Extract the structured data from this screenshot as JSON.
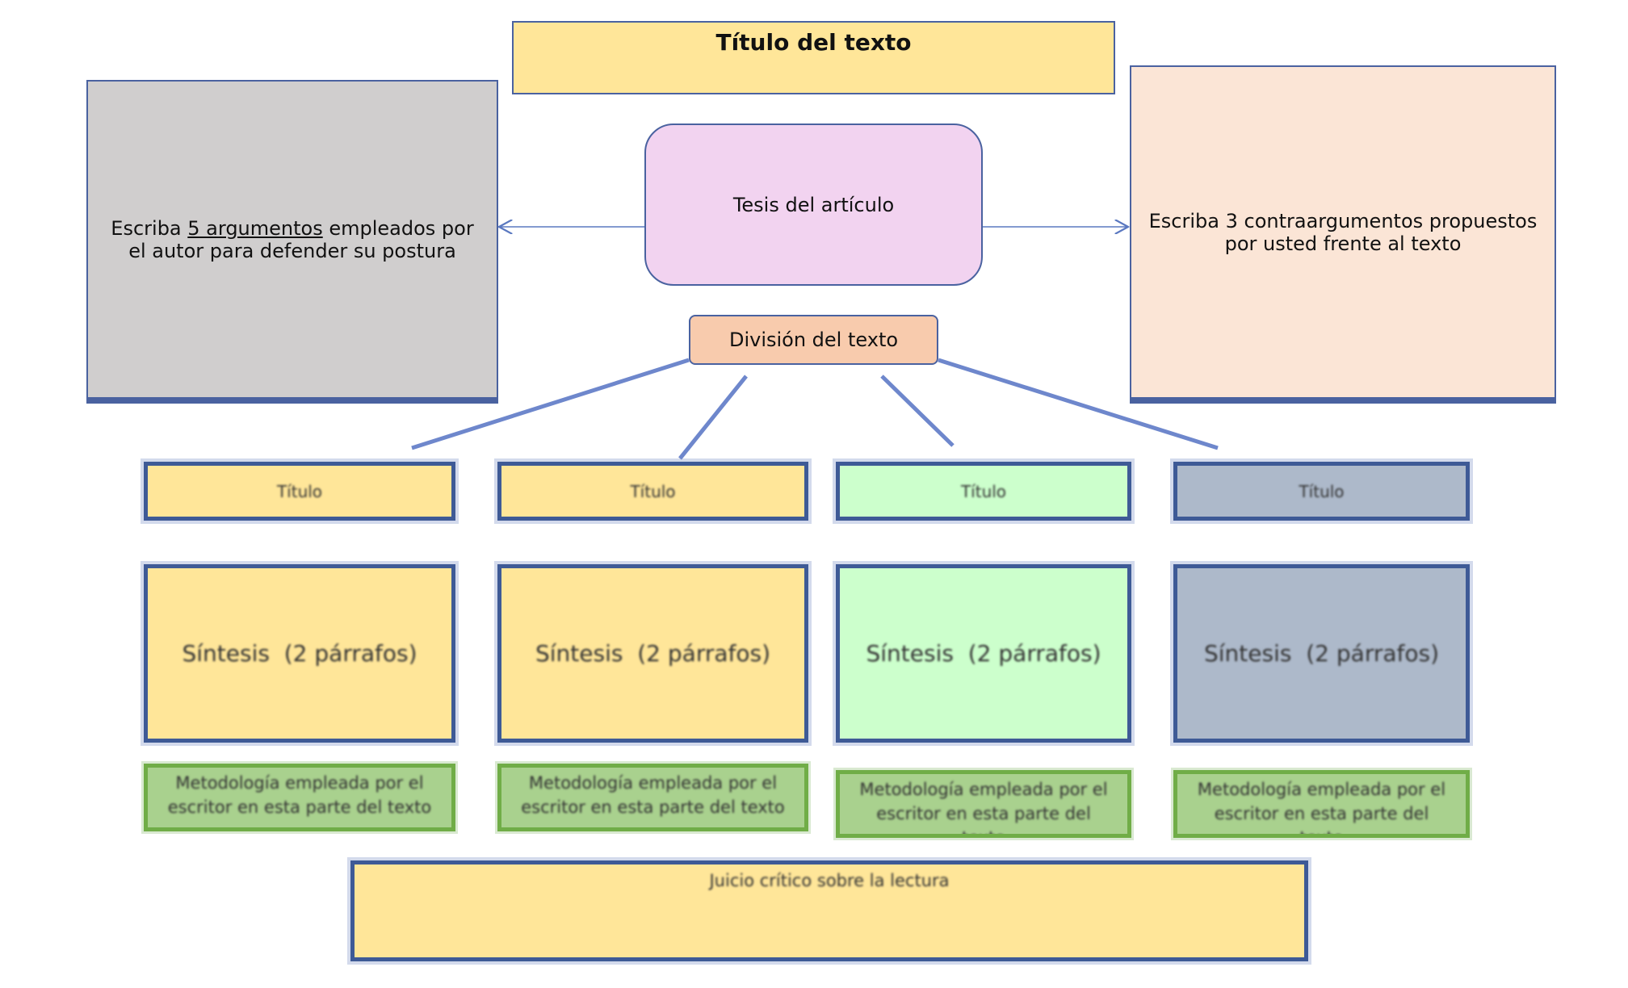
{
  "title": "Título del texto",
  "left_box": {
    "pre": "Escriba ",
    "underlined": "5 argumentos",
    "post": " empleados por el autor para defender su postura"
  },
  "right_box": "Escriba 3 contraargumentos propuestos por usted frente al texto",
  "thesis": "Tesis del artículo",
  "division": "División del texto",
  "columns": [
    {
      "title": "Título",
      "synthesis": "Síntesis  (2 párrafos)",
      "method": "Metodología empleada por el escritor en esta parte del texto",
      "color": "#ffe699"
    },
    {
      "title": "Título",
      "synthesis": "Síntesis  (2 párrafos)",
      "method": "Metodología empleada por el escritor en esta parte del texto",
      "color": "#ffe699"
    },
    {
      "title": "Título",
      "synthesis": "Síntesis  (2 párrafos)",
      "method": "Metodología empleada por el escritor en esta parte del texto",
      "color": "#ccffcc"
    },
    {
      "title": "Título",
      "synthesis": "Síntesis  (2 párrafos)",
      "method": "Metodología empleada por el escritor en esta parte del texto",
      "color": "#adb9ca"
    }
  ],
  "judgment": "Juicio crítico sobre la lectura"
}
